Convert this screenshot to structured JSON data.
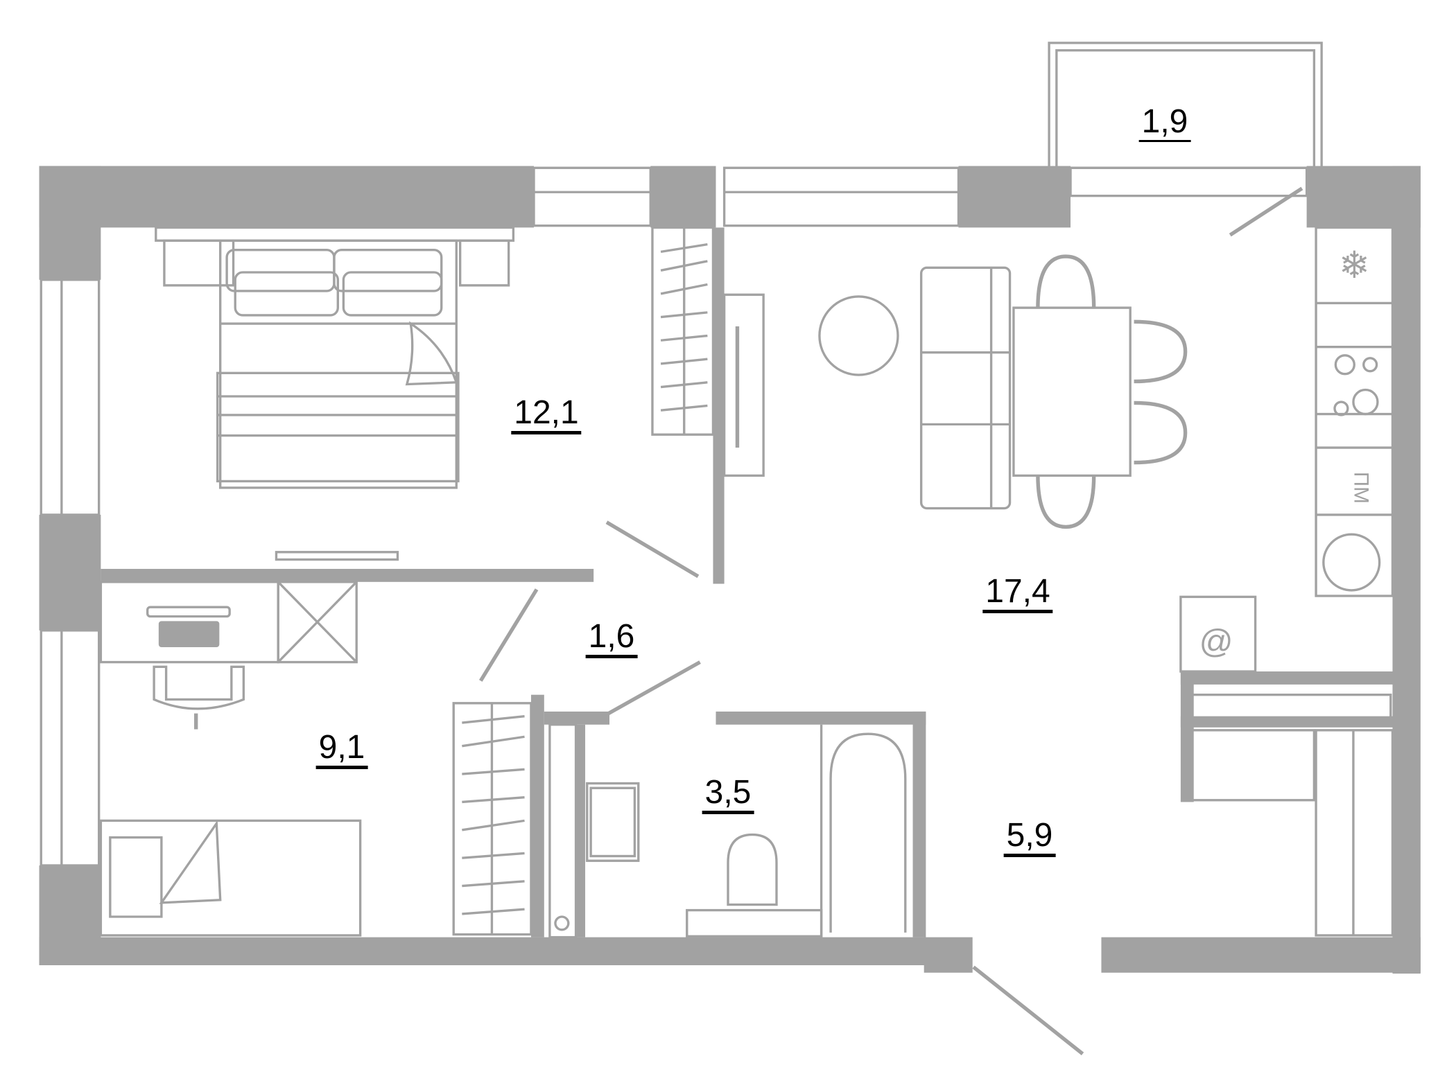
{
  "plan": {
    "type": "apartment-floor-plan",
    "wall_color": "#a2a2a2",
    "line_color": "#a2a2a2",
    "label_color": "#000000",
    "rooms": [
      {
        "id": "bedroom",
        "area": "12,1"
      },
      {
        "id": "hall",
        "area": "1,6"
      },
      {
        "id": "kids-room",
        "area": "9,1"
      },
      {
        "id": "bathroom",
        "area": "3,5"
      },
      {
        "id": "entrance",
        "area": "5,9"
      },
      {
        "id": "kitchen-living",
        "area": "17,4"
      },
      {
        "id": "balcony",
        "area": "1,9"
      }
    ],
    "appliance_labels": {
      "dishwasher": "ПМ"
    }
  }
}
